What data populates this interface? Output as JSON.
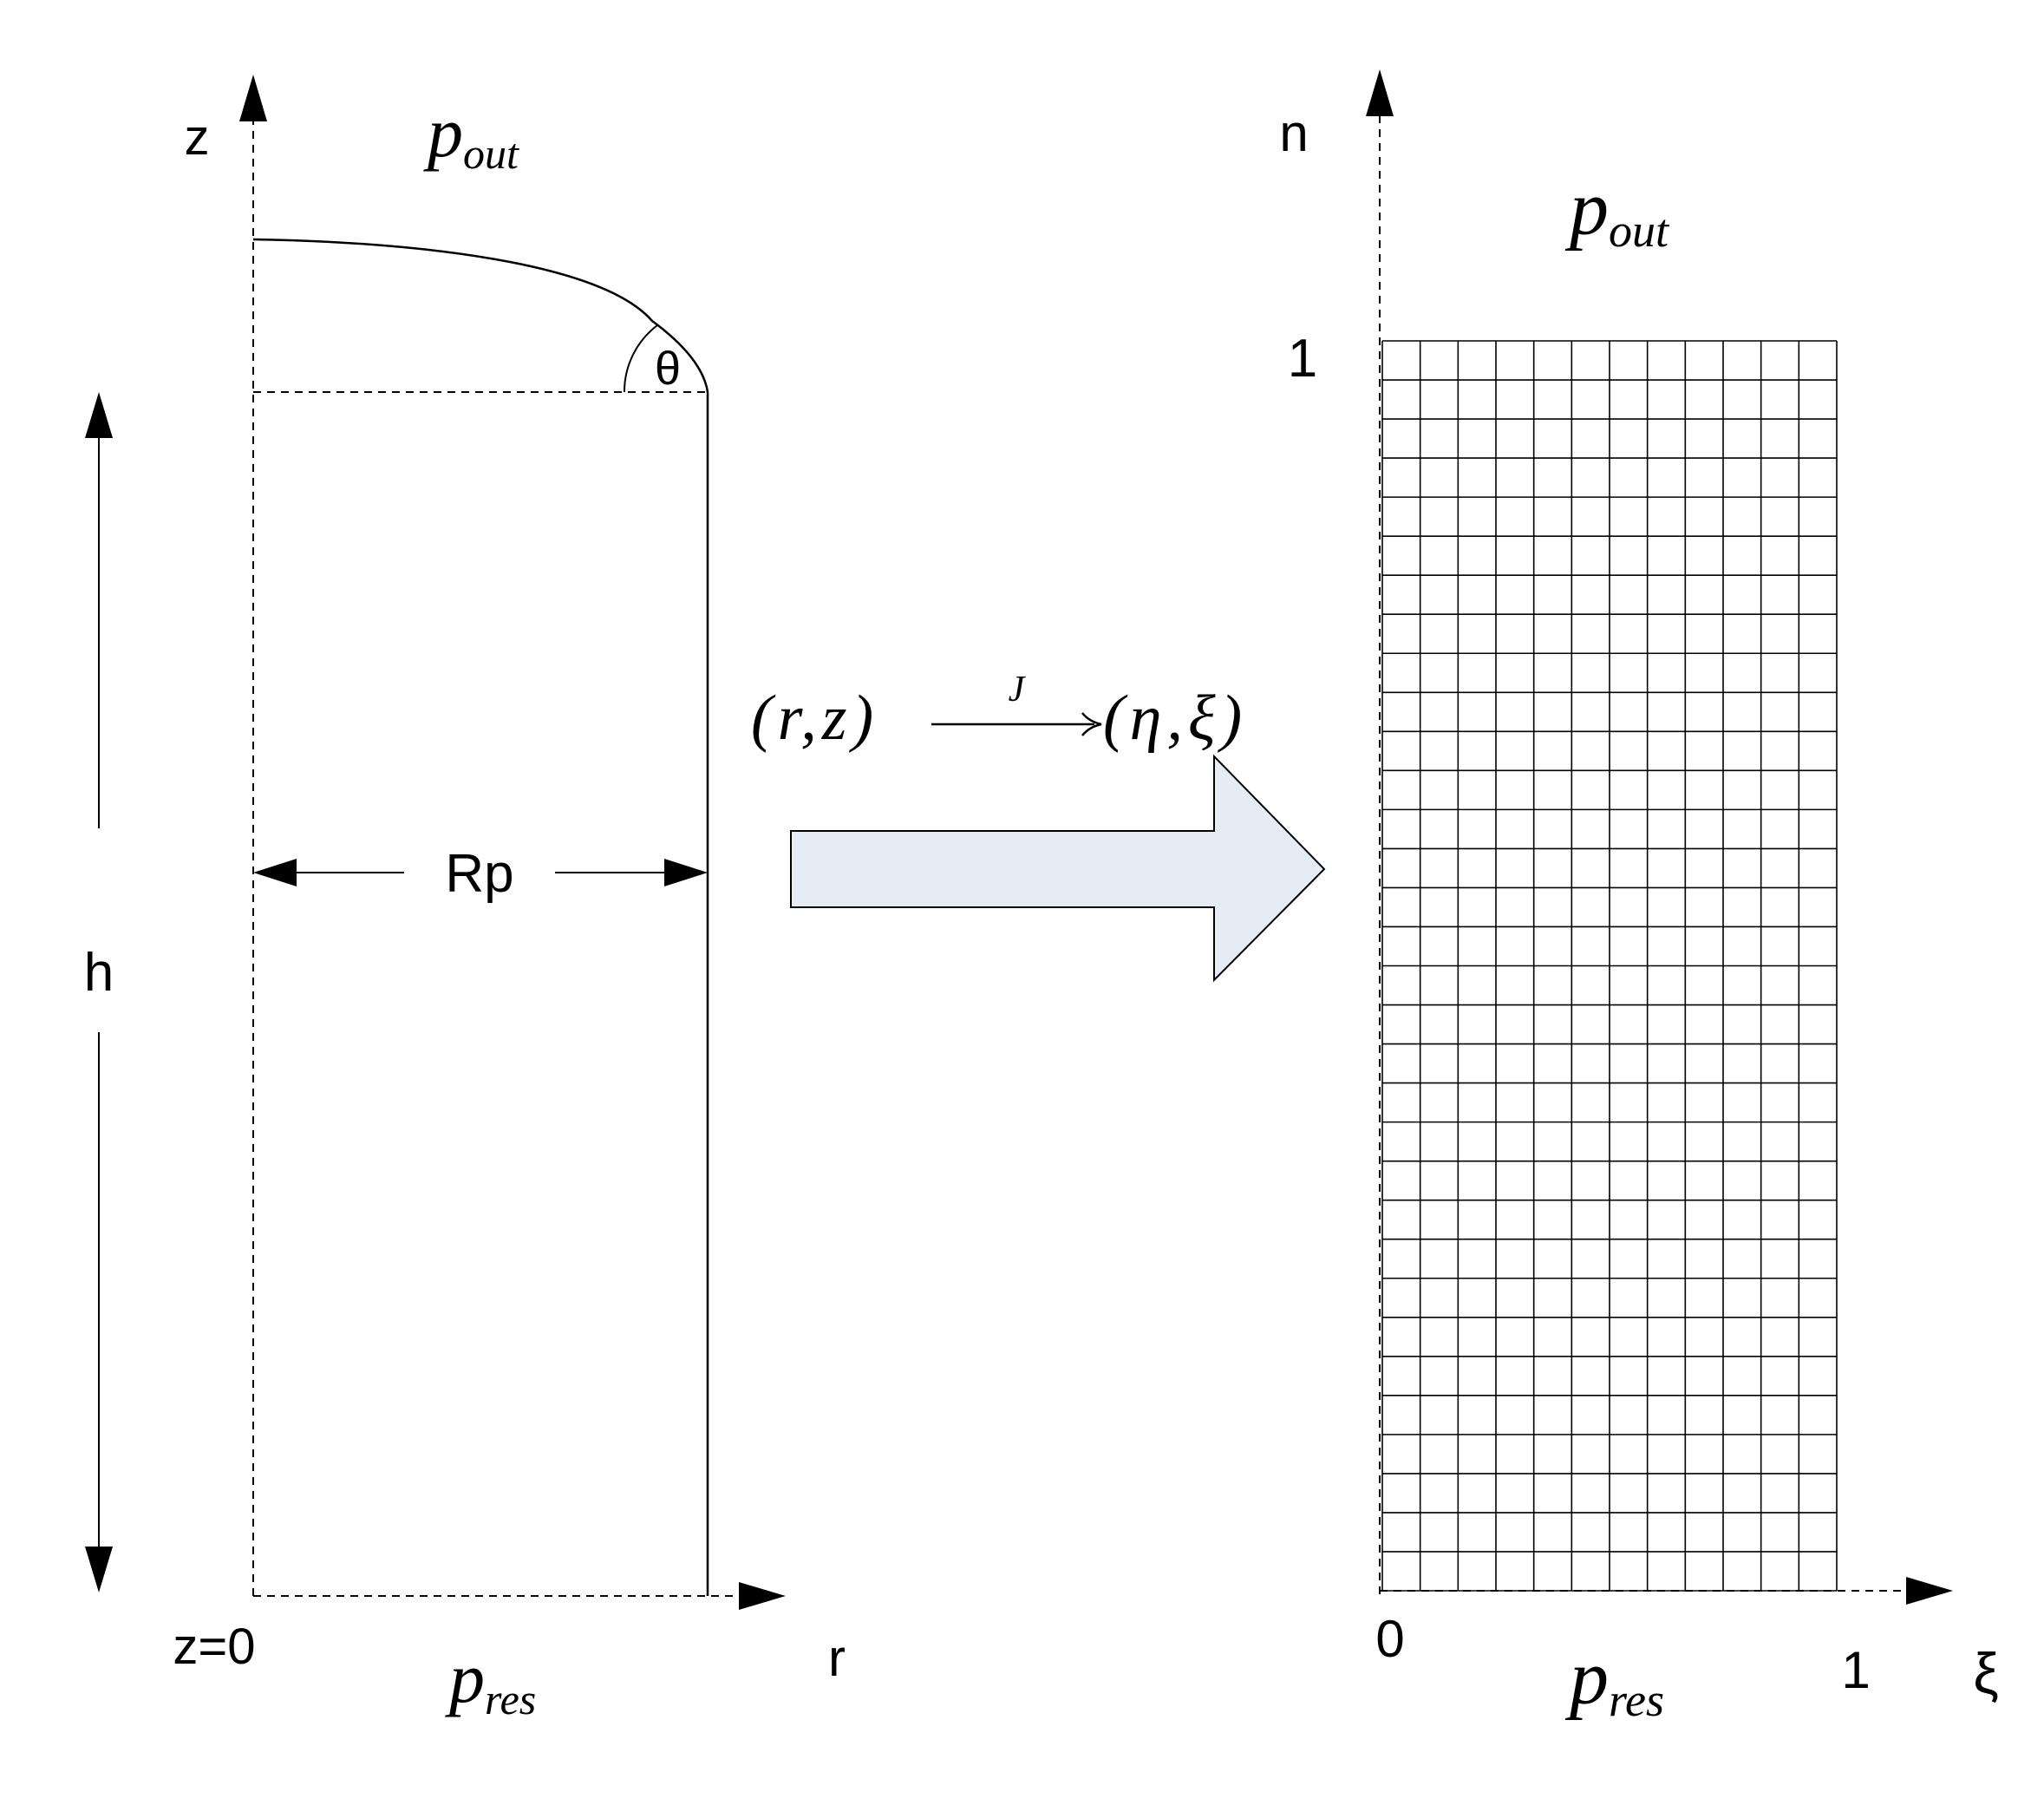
{
  "left": {
    "axis_z": "z",
    "axis_r": "r",
    "origin": "z=0",
    "p_top": {
      "base": "p",
      "sub": "out"
    },
    "p_bottom": {
      "base": "p",
      "sub": "res"
    },
    "theta": "θ",
    "radius": "Rp",
    "height": "h"
  },
  "mapping": {
    "source": "(r,z)",
    "operator": "J",
    "target": "(η,ξ)",
    "arrow_fill": "#e6ecf5"
  },
  "right": {
    "axis_vertical": "n",
    "axis_horizontal": "ξ",
    "tick_top": "1",
    "tick_origin": "0",
    "tick_right": "1",
    "p_top": {
      "base": "p",
      "sub": "out"
    },
    "p_bottom": {
      "base": "p",
      "sub": "res"
    },
    "grid": {
      "columns": 12,
      "rows": 32
    }
  }
}
